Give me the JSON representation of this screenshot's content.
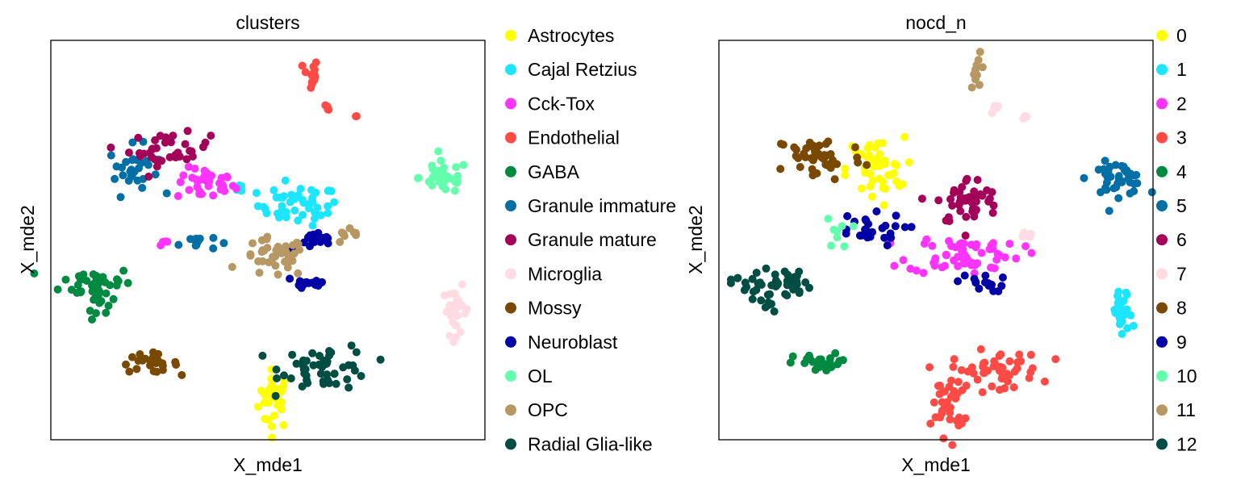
{
  "chart_data": [
    {
      "type": "scatter",
      "title": "clusters",
      "xlabel": "X_mde1",
      "ylabel": "X_mde2",
      "xlim": [
        -3,
        3
      ],
      "ylim": [
        -3,
        3
      ],
      "grid": false,
      "legend_placement": "right-outside",
      "categories": [
        {
          "label": "Astrocytes",
          "color": "#ffff00"
        },
        {
          "label": "Cajal Retzius",
          "color": "#1ce6ff"
        },
        {
          "label": "Cck-Tox",
          "color": "#ff34ff"
        },
        {
          "label": "Endothelial",
          "color": "#ff4a46"
        },
        {
          "label": "GABA",
          "color": "#008941"
        },
        {
          "label": "Granule immature",
          "color": "#006fa6"
        },
        {
          "label": "Granule mature",
          "color": "#a30059"
        },
        {
          "label": "Microglia",
          "color": "#ffdbe5"
        },
        {
          "label": "Mossy",
          "color": "#7a4900"
        },
        {
          "label": "Neuroblast",
          "color": "#0000a6"
        },
        {
          "label": "OL",
          "color": "#63ffac"
        },
        {
          "label": "OPC",
          "color": "#b79762"
        },
        {
          "label": "Radial Glia-like",
          "color": "#004d43"
        }
      ],
      "clusters": [
        {
          "cat": 0,
          "x": 0.09,
          "y": -2.39,
          "sx": 0.11,
          "sy": 0.22,
          "n": 30
        },
        {
          "cat": 1,
          "x": 0.42,
          "y": 0.52,
          "sx": 0.28,
          "sy": 0.15,
          "n": 45
        },
        {
          "cat": 1,
          "x": -0.36,
          "y": 0.76,
          "sx": 0.06,
          "sy": 0.04,
          "n": 4
        },
        {
          "cat": 2,
          "x": -0.86,
          "y": 0.84,
          "sx": 0.2,
          "sy": 0.12,
          "n": 35
        },
        {
          "cat": 2,
          "x": -1.42,
          "y": -0.01,
          "sx": 0.04,
          "sy": 0.05,
          "n": 4
        },
        {
          "cat": 3,
          "x": 0.59,
          "y": 2.49,
          "sx": 0.05,
          "sy": 0.12,
          "n": 15
        },
        {
          "cat": 3,
          "x": 0.81,
          "y": 1.99,
          "sx": 0.04,
          "sy": 0.03,
          "n": 4
        },
        {
          "cat": 3,
          "x": 1.2,
          "y": 1.85,
          "sx": 0.02,
          "sy": 0.02,
          "n": 2
        },
        {
          "cat": 4,
          "x": -2.36,
          "y": -0.64,
          "sx": 0.25,
          "sy": 0.12,
          "n": 40
        },
        {
          "cat": 4,
          "x": -2.36,
          "y": -0.94,
          "sx": 0.07,
          "sy": 0.12,
          "n": 10
        },
        {
          "cat": 5,
          "x": -1.86,
          "y": 1.06,
          "sx": 0.17,
          "sy": 0.18,
          "n": 30
        },
        {
          "cat": 5,
          "x": -0.97,
          "y": -0.03,
          "sx": 0.13,
          "sy": 0.06,
          "n": 12
        },
        {
          "cat": 6,
          "x": -1.36,
          "y": 1.36,
          "sx": 0.28,
          "sy": 0.12,
          "n": 35
        },
        {
          "cat": 7,
          "x": 2.6,
          "y": -1.06,
          "sx": 0.09,
          "sy": 0.18,
          "n": 30
        },
        {
          "cat": 8,
          "x": -1.64,
          "y": -1.85,
          "sx": 0.2,
          "sy": 0.07,
          "n": 25
        },
        {
          "cat": 9,
          "x": 0.65,
          "y": -0.03,
          "sx": 0.17,
          "sy": 0.07,
          "n": 20
        },
        {
          "cat": 9,
          "x": 0.54,
          "y": -0.64,
          "sx": 0.17,
          "sy": 0.07,
          "n": 15
        },
        {
          "cat": 10,
          "x": 2.43,
          "y": 0.94,
          "sx": 0.17,
          "sy": 0.12,
          "n": 35
        },
        {
          "cat": 11,
          "x": 0.09,
          "y": -0.27,
          "sx": 0.22,
          "sy": 0.15,
          "n": 40
        },
        {
          "cat": 11,
          "x": 1.09,
          "y": 0.03,
          "sx": 0.13,
          "sy": 0.06,
          "n": 8
        },
        {
          "cat": 12,
          "x": 0.81,
          "y": -1.91,
          "sx": 0.31,
          "sy": 0.17,
          "n": 50
        }
      ]
    },
    {
      "type": "scatter",
      "title": "nocd_n",
      "xlabel": "X_mde1",
      "ylabel": "X_mde2",
      "xlim": [
        -3,
        3
      ],
      "ylim": [
        -3,
        3
      ],
      "grid": false,
      "legend_placement": "right-outside",
      "categories": [
        {
          "label": "0",
          "color": "#ffff00"
        },
        {
          "label": "1",
          "color": "#1ce6ff"
        },
        {
          "label": "2",
          "color": "#ff34ff"
        },
        {
          "label": "3",
          "color": "#ff4a46"
        },
        {
          "label": "4",
          "color": "#008941"
        },
        {
          "label": "5",
          "color": "#006fa6"
        },
        {
          "label": "6",
          "color": "#a30059"
        },
        {
          "label": "7",
          "color": "#ffdbe5"
        },
        {
          "label": "8",
          "color": "#7a4900"
        },
        {
          "label": "9",
          "color": "#0000a6"
        },
        {
          "label": "10",
          "color": "#63ffac"
        },
        {
          "label": "11",
          "color": "#b79762"
        },
        {
          "label": "12",
          "color": "#004d43"
        }
      ],
      "clusters": [
        {
          "cat": 11,
          "x": 0.58,
          "y": 2.54,
          "sx": 0.05,
          "sy": 0.12,
          "n": 12
        },
        {
          "cat": 7,
          "x": 0.84,
          "y": 1.97,
          "sx": 0.05,
          "sy": 0.03,
          "n": 5
        },
        {
          "cat": 7,
          "x": 1.25,
          "y": 1.85,
          "sx": 0.03,
          "sy": 0.02,
          "n": 3
        },
        {
          "cat": 7,
          "x": 1.17,
          "y": 0.07,
          "sx": 0.1,
          "sy": 0.04,
          "n": 6
        },
        {
          "cat": 5,
          "x": 2.51,
          "y": 0.92,
          "sx": 0.2,
          "sy": 0.12,
          "n": 40
        },
        {
          "cat": 0,
          "x": -0.84,
          "y": 1.06,
          "sx": 0.2,
          "sy": 0.24,
          "n": 45
        },
        {
          "cat": 8,
          "x": -1.62,
          "y": 1.24,
          "sx": 0.31,
          "sy": 0.18,
          "n": 45
        },
        {
          "cat": 6,
          "x": 0.45,
          "y": 0.58,
          "sx": 0.22,
          "sy": 0.18,
          "n": 45
        },
        {
          "cat": 2,
          "x": 0.39,
          "y": -0.21,
          "sx": 0.39,
          "sy": 0.15,
          "n": 60
        },
        {
          "cat": 9,
          "x": -1.0,
          "y": 0.15,
          "sx": 0.28,
          "sy": 0.12,
          "n": 25
        },
        {
          "cat": 9,
          "x": 0.61,
          "y": -0.64,
          "sx": 0.17,
          "sy": 0.07,
          "n": 15
        },
        {
          "cat": 10,
          "x": -1.34,
          "y": 0.09,
          "sx": 0.09,
          "sy": 0.12,
          "n": 8
        },
        {
          "cat": 12,
          "x": -2.29,
          "y": -0.64,
          "sx": 0.28,
          "sy": 0.12,
          "n": 40
        },
        {
          "cat": 12,
          "x": -2.34,
          "y": -0.94,
          "sx": 0.09,
          "sy": 0.12,
          "n": 10
        },
        {
          "cat": 4,
          "x": -1.56,
          "y": -1.85,
          "sx": 0.2,
          "sy": 0.07,
          "n": 25
        },
        {
          "cat": 1,
          "x": 2.57,
          "y": -1.12,
          "sx": 0.07,
          "sy": 0.18,
          "n": 30
        },
        {
          "cat": 3,
          "x": 0.17,
          "y": -2.45,
          "sx": 0.11,
          "sy": 0.24,
          "n": 35
        },
        {
          "cat": 3,
          "x": 0.84,
          "y": -1.97,
          "sx": 0.31,
          "sy": 0.15,
          "n": 50
        }
      ]
    }
  ]
}
